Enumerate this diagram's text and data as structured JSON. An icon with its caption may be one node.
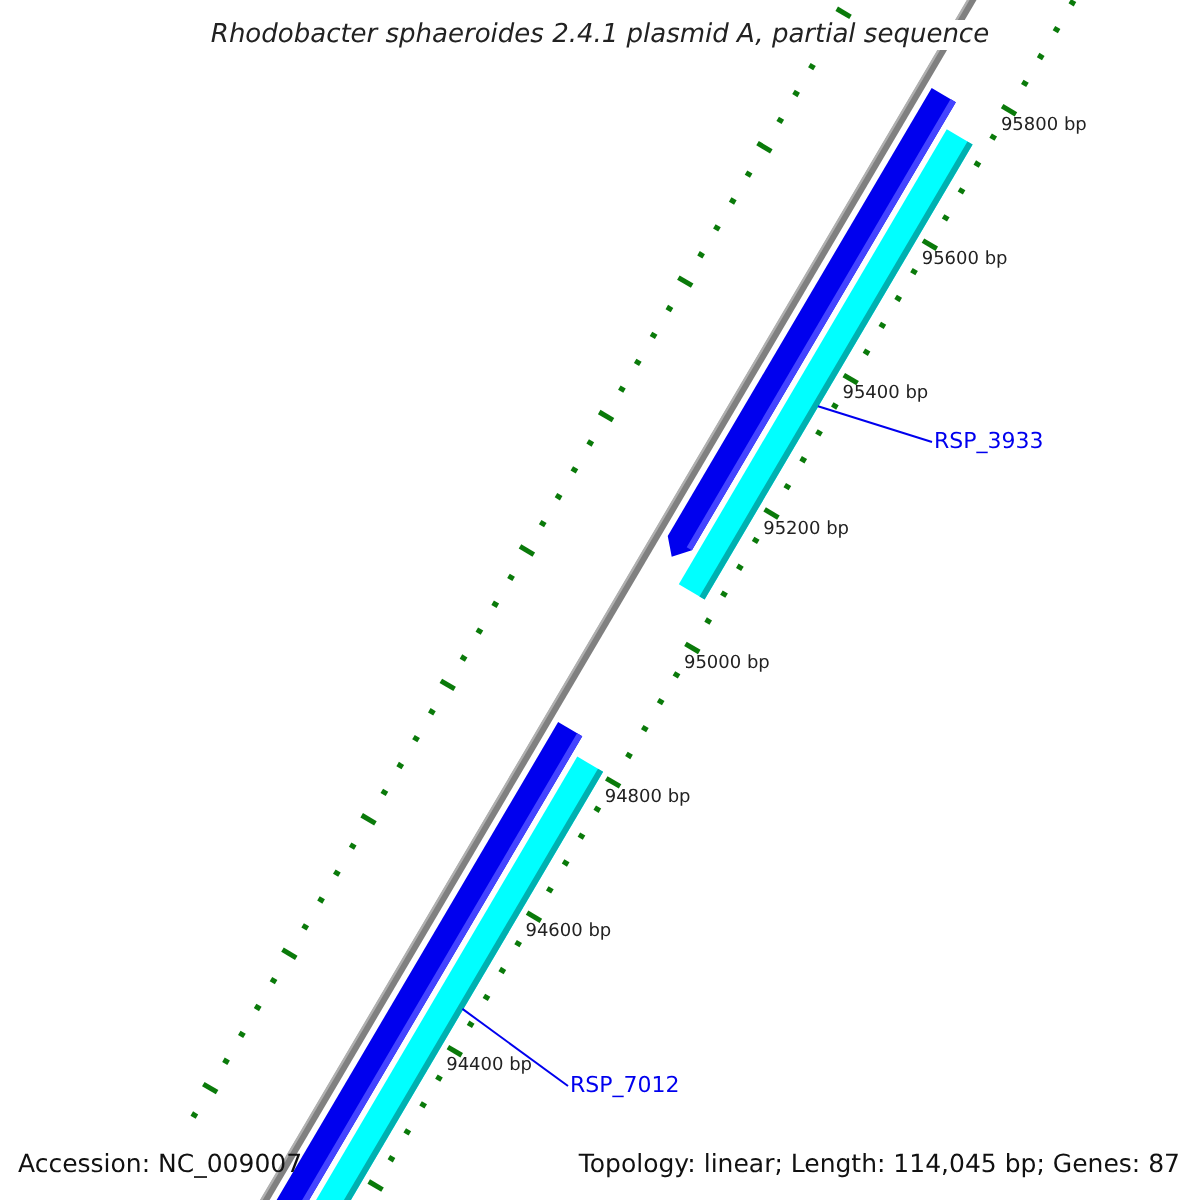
{
  "diagram": {
    "title": "Rhodobacter sphaeroides 2.4.1 plasmid A, partial sequence",
    "nodes": [
      {
        "text": [],
        "shape": "bar"
      },
      {
        "text": [],
        "shape": "bar"
      },
      {
        "text": [
          "RSP_3933"
        ]
      },
      {
        "text": [],
        "shape": "bar"
      },
      {
        "text": [],
        "shape": "bar"
      },
      {
        "text": [
          "RSP_7012"
        ]
      }
    ],
    "edges": [
      {
        "from": 2,
        "to": 1,
        "arrow": "none"
      },
      {
        "from": 5,
        "to": 4,
        "arrow": "none"
      }
    ],
    "labels": [
      "95800 bp",
      "95600 bp",
      "95400 bp",
      "95200 bp",
      "95000 bp",
      "94800 bp",
      "94600 bp",
      "94400 bp",
      "Accession: NC_009007",
      "Topology: linear; Length: 114,045 bp; Genes: 87"
    ]
  }
}
